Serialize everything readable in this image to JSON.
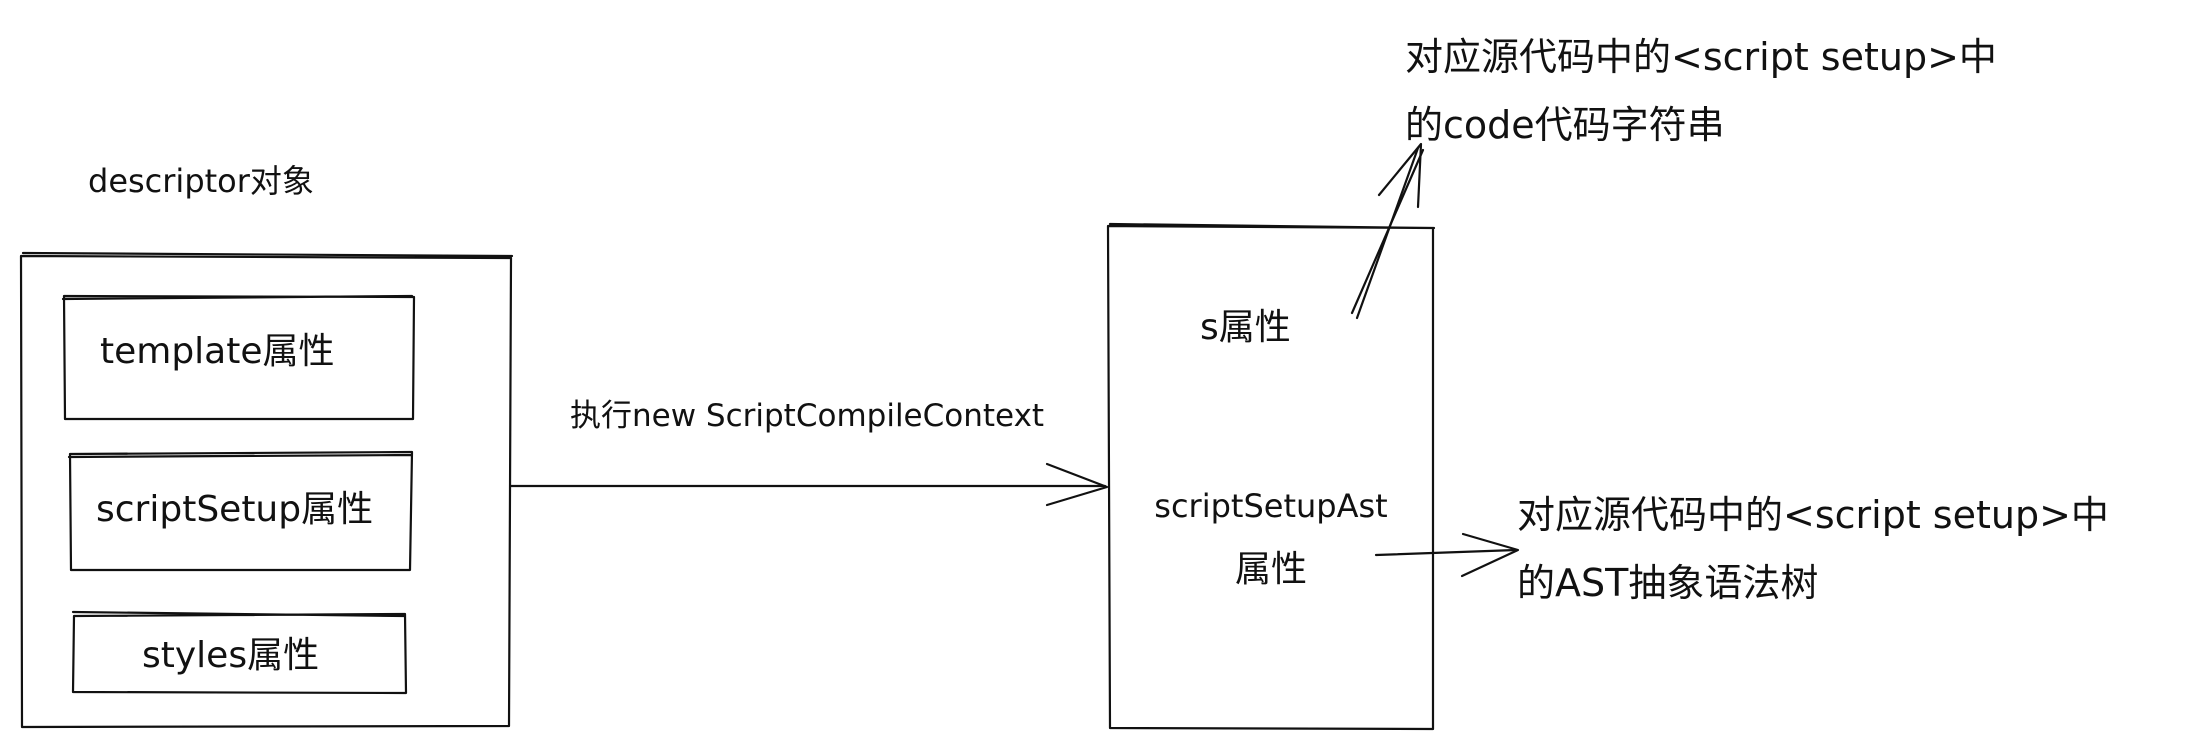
{
  "descriptor": {
    "title": "descriptor对象",
    "props": [
      "template属性",
      "scriptSetup属性",
      "styles属性"
    ]
  },
  "action": {
    "label": "执行new ScriptCompileContext"
  },
  "context": {
    "prop_s": "s属性",
    "prop_ast_line1": "scriptSetupAst",
    "prop_ast_line2": "属性"
  },
  "notes": {
    "code_line1": "对应源代码中的<script setup>中",
    "code_line2": "的code代码字符串",
    "ast_line1": "对应源代码中的<script setup>中",
    "ast_line2": "的AST抽象语法树"
  }
}
